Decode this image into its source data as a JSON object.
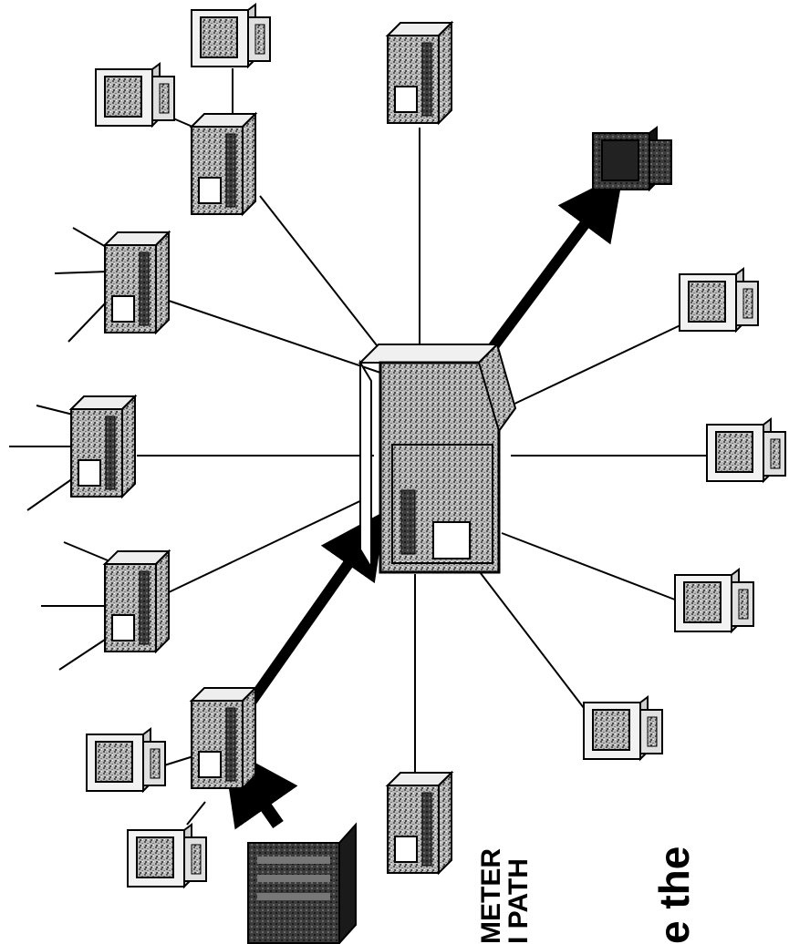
{
  "caption": {
    "line1": "METER",
    "line2": "I PATH",
    "line3": "e the"
  },
  "colors": {
    "line": "#000000",
    "arrow": "#000000",
    "shade_light": "#c8c8c8",
    "shade_mid": "#9a9a9a",
    "shade_dark": "#3a3a3a",
    "panel": "#ffffff"
  },
  "nodes": [
    {
      "name": "central-server",
      "kind": "server-large"
    },
    {
      "name": "server-relay-top",
      "kind": "server"
    },
    {
      "name": "server-standalone-top-right",
      "kind": "server"
    },
    {
      "name": "workstation-top-1",
      "kind": "workstation"
    },
    {
      "name": "workstation-top-2",
      "kind": "workstation"
    },
    {
      "name": "server-antenna-1",
      "kind": "server"
    },
    {
      "name": "server-antenna-2",
      "kind": "server"
    },
    {
      "name": "server-antenna-3",
      "kind": "server"
    },
    {
      "name": "server-relay-bottom",
      "kind": "server"
    },
    {
      "name": "workstation-bottom-left-1",
      "kind": "workstation"
    },
    {
      "name": "workstation-bottom-left-2",
      "kind": "workstation"
    },
    {
      "name": "data-source-terminal",
      "kind": "source"
    },
    {
      "name": "server-standalone-bottom",
      "kind": "server"
    },
    {
      "name": "workstation-right-1",
      "kind": "workstation"
    },
    {
      "name": "workstation-right-2",
      "kind": "workstation"
    },
    {
      "name": "workstation-right-3",
      "kind": "workstation"
    },
    {
      "name": "workstation-right-4",
      "kind": "workstation"
    },
    {
      "name": "destination-workstation",
      "kind": "workstation-dark"
    }
  ]
}
